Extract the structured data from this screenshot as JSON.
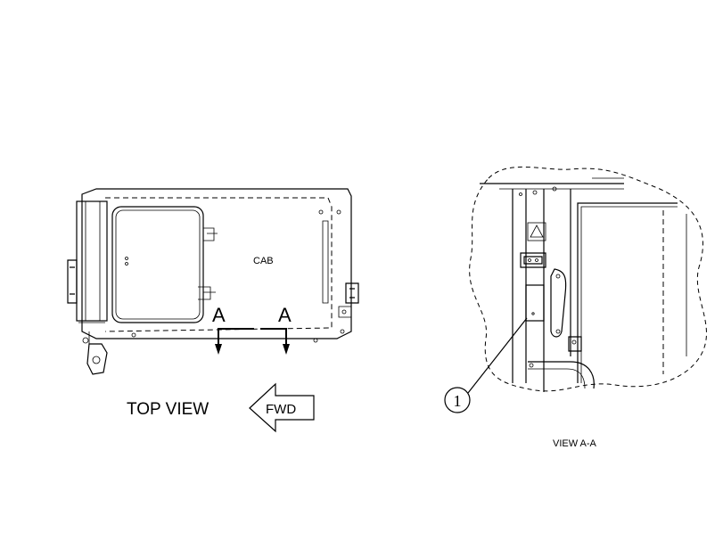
{
  "top_view": {
    "cab_label": "CAB",
    "section_marker_left": "A",
    "section_marker_right": "A",
    "caption": "TOP VIEW",
    "direction_arrow_label": "FWD"
  },
  "detail_view": {
    "callout_number": "1",
    "caption": "VIEW A-A"
  }
}
